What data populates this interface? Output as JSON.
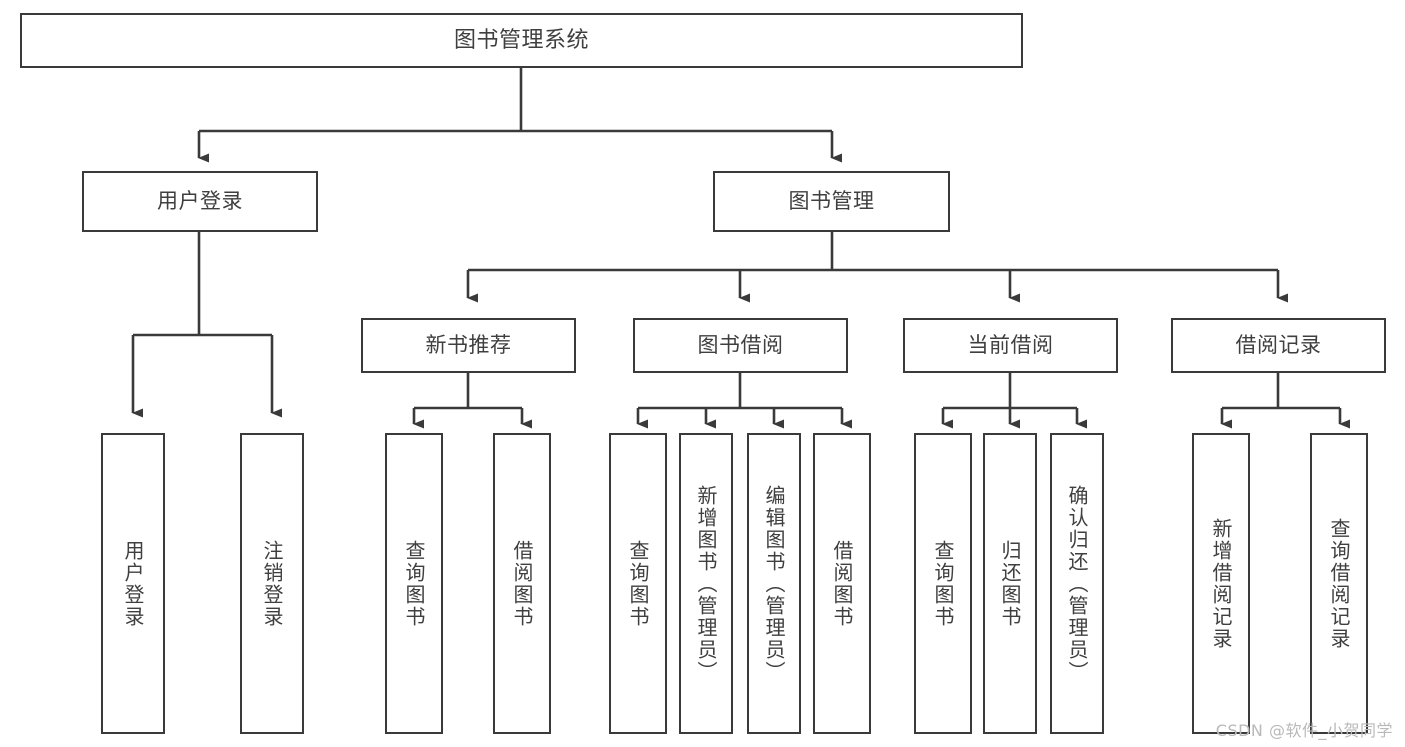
{
  "diagram": {
    "title": "图书管理系统",
    "type": "tree-hierarchy-chart",
    "stroke_color": "#3a3a3a",
    "text_color": "#3f3f3f",
    "background_color": "#ffffff"
  },
  "nodes": {
    "root": {
      "label": "图书管理系统"
    },
    "level1": [
      {
        "label": "用户登录"
      },
      {
        "label": "图书管理"
      }
    ],
    "level2": [
      {
        "label": "新书推荐"
      },
      {
        "label": "图书借阅"
      },
      {
        "label": "当前借阅"
      },
      {
        "label": "借阅记录"
      }
    ],
    "leaves": {
      "user_login": [
        {
          "label": "用户登录"
        },
        {
          "label": "注销登录"
        }
      ],
      "new_book_recommend": [
        {
          "label": "查询图书"
        },
        {
          "label": "借阅图书"
        }
      ],
      "book_borrow": [
        {
          "label": "查询图书"
        },
        {
          "label": "新增图书（管理员）"
        },
        {
          "label": "编辑图书（管理员）"
        },
        {
          "label": "借阅图书"
        }
      ],
      "current_borrow": [
        {
          "label": "查询图书"
        },
        {
          "label": "归还图书"
        },
        {
          "label": "确认归还（管理员）"
        }
      ],
      "borrow_record": [
        {
          "label": "新增借阅记录"
        },
        {
          "label": "查询借阅记录"
        }
      ]
    }
  },
  "watermark": {
    "text": "CSDN @软件_小贺同学"
  }
}
